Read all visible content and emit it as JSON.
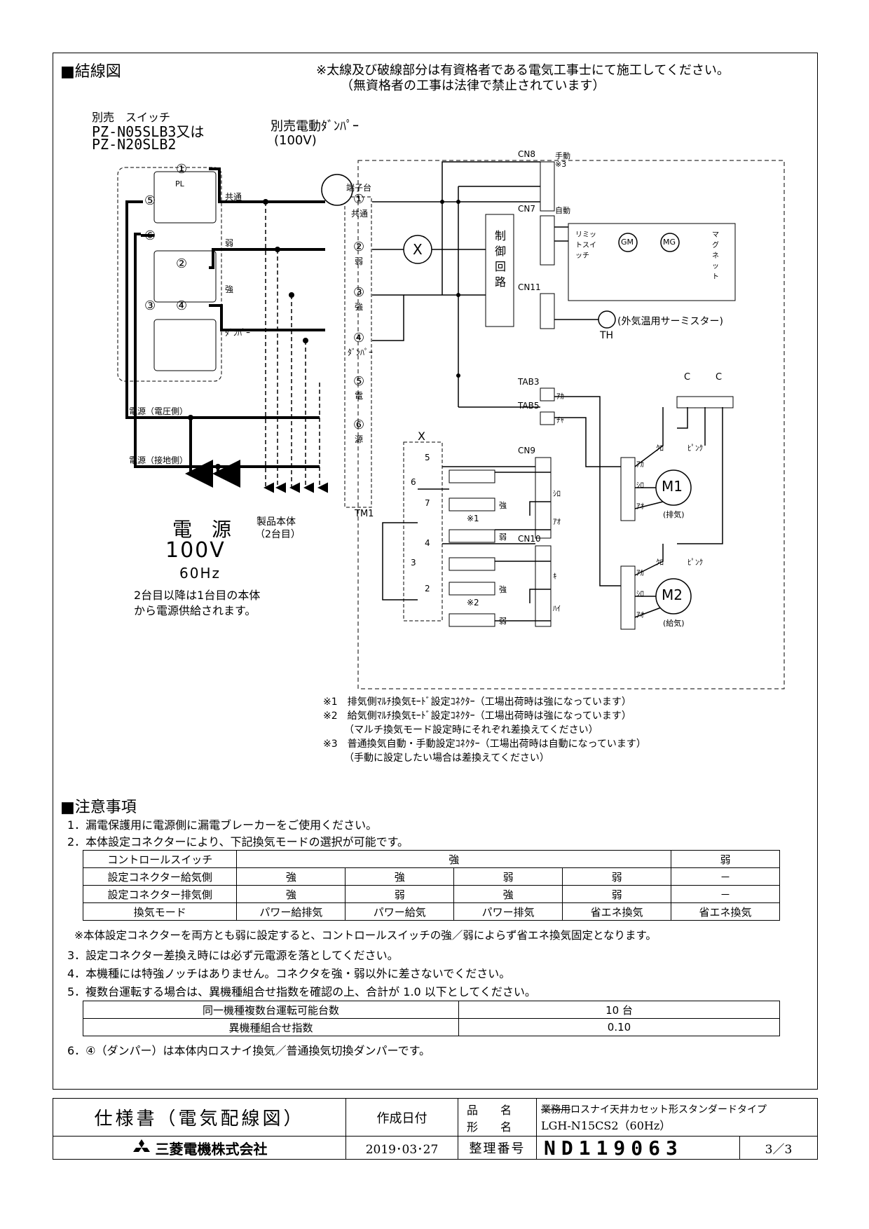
{
  "wiring": {
    "section_title": "■結線図",
    "notice_line1": "※太線及び破線部分は有資格者である電気工事士にて施工してください。",
    "notice_line2": "（無資格者の工事は法律で禁止されています）",
    "switch_label_1": "別売　スイッチ",
    "switch_label_2": "PZ-N05SLB3又は",
    "switch_label_3": "PZ-N20SLB2",
    "damper_label_1": "別売電動ﾀﾞﾝﾊﾟｰ",
    "damper_label_2": "(100V)",
    "terminal_block_label": "端子台",
    "terminals": [
      {
        "num": "①",
        "label": "共通",
        "wire": "共通"
      },
      {
        "num": "②",
        "label": "弱",
        "wire": "弱"
      },
      {
        "num": "③",
        "label": "強",
        "wire": "強"
      },
      {
        "num": "④",
        "label": "ﾀﾞﾝﾊﾟｰ",
        "wire": "ﾀﾞﾝﾊﾟｰ"
      },
      {
        "num": "⑤",
        "label": "電",
        "wire": "電源（電圧側）"
      },
      {
        "num": "⑥",
        "label": "源",
        "wire": "電源（接地側）"
      }
    ],
    "tm_label": "TM1",
    "switch_nums": [
      "①",
      "⑤",
      "⑥",
      "②",
      "③",
      "④"
    ],
    "pl_label": "PL",
    "x_relay": "X",
    "control_circuit": "制御回路",
    "cn8": "CN8",
    "cn8_label": "手動",
    "cn8_note": "※3",
    "cn7": "CN7",
    "cn7_label": "自動",
    "cn11": "CN11",
    "limit_switch": "リミットスイッチ",
    "magnet": "マグネット",
    "gm": "GM",
    "mg": "MG",
    "thermistor": "(外気温用サーミスター)",
    "th": "TH",
    "tab3": "TAB3",
    "tab3_label": "ｱｶ",
    "tab5": "TAB5",
    "tab5_label": "ﾁｬ",
    "cn9": "CN9",
    "cn9_labels": [
      "ｼﾛ",
      "ｱｵ"
    ],
    "cn10": "CN10",
    "cn10_labels": [
      "ｷ",
      "ﾊｲ"
    ],
    "x_block_label": "X",
    "x_pins": [
      "5",
      "6",
      "7",
      "4",
      "3",
      "2"
    ],
    "conn_strong": "強",
    "conn_weak": "弱",
    "conn_note_1": "※1",
    "conn_note_2": "※2",
    "motor_1": "M1",
    "motor_1_sub": "(排気)",
    "motor_2": "M2",
    "motor_2_sub": "(給気)",
    "motor_wires": [
      "ｱｶ",
      "ｼﾛ",
      "ｱｵ"
    ],
    "cap_label": "C",
    "kuro": "ｸﾛ",
    "pink": "ﾋﾟﾝｸ",
    "power_big_1": "電　源",
    "power_big_2": "100V",
    "power_big_3": "60Hz",
    "power_note_1": "2台目以降は1台目の本体",
    "power_note_2": "から電源供給されます。",
    "product_label_1": "製品本体",
    "product_label_2": "（2台目）",
    "fn1": "※1　排気側ﾏﾙﾁ換気ﾓｰﾄﾞ設定ｺﾈｸﾀｰ（工場出荷時は強になっています）",
    "fn2": "※2　給気側ﾏﾙﾁ換気ﾓｰﾄﾞ設定ｺﾈｸﾀｰ（工場出荷時は強になっています）",
    "fn2b": "（マルチ換気モード設定時にそれぞれ差換えてください）",
    "fn3": "※3　普通換気自動・手動設定ｺﾈｸﾀｰ（工場出荷時は自動になっています）",
    "fn3b": "（手動に設定したい場合は差換えてください）"
  },
  "notes": {
    "section_title": "■注意事項",
    "item1": "1．漏電保護用に電源側に漏電ブレーカーをご使用ください。",
    "item2": "2．本体設定コネクターにより、下記換気モードの選択が可能です。",
    "table1": {
      "header": [
        "コントロールスイッチ",
        "強",
        "弱"
      ],
      "rows": [
        [
          "設定コネクター給気側",
          "強",
          "強",
          "弱",
          "弱",
          "－"
        ],
        [
          "設定コネクター排気側",
          "強",
          "弱",
          "強",
          "弱",
          "－"
        ],
        [
          "換気モード",
          "パワー給排気",
          "パワー給気",
          "パワー排気",
          "省エネ換気",
          "省エネ換気"
        ]
      ]
    },
    "item2_note": "※本体設定コネクターを両方とも弱に設定すると、コントロールスイッチの強／弱によらず省エネ換気固定となります。",
    "item3": "3．設定コネクター差換え時には必ず元電源を落としてください。",
    "item4": "4．本機種には特強ノッチはありません。コネクタを強・弱以外に差さないでください。",
    "item5": "5．複数台運転する場合は、異機種組合せ指数を確認の上、合計が 1.0 以下としてください。",
    "table2": [
      [
        "同一機種複数台運転可能台数",
        "10 台"
      ],
      [
        "異機種組合せ指数",
        "0.10"
      ]
    ],
    "item6": "6．④（ダンパー）は本体内ロスナイ換気／普通換気切換ダンパーです。"
  },
  "footer": {
    "doc_title": "仕様書（電気配線図）",
    "created_label": "作成日付",
    "date": "2019･03･27",
    "product_name_label": "品　　名",
    "model_label": "形　　名",
    "product_name_prefix": "業務用",
    "product_name": "ロスナイ天井カセット形スタンダードタイプ",
    "model": "LGH-N15CS2（60Hz）",
    "ref_label": "整理番号",
    "ref_number": "ND119063",
    "page": "3／3",
    "company": "三菱電機株式会社"
  }
}
